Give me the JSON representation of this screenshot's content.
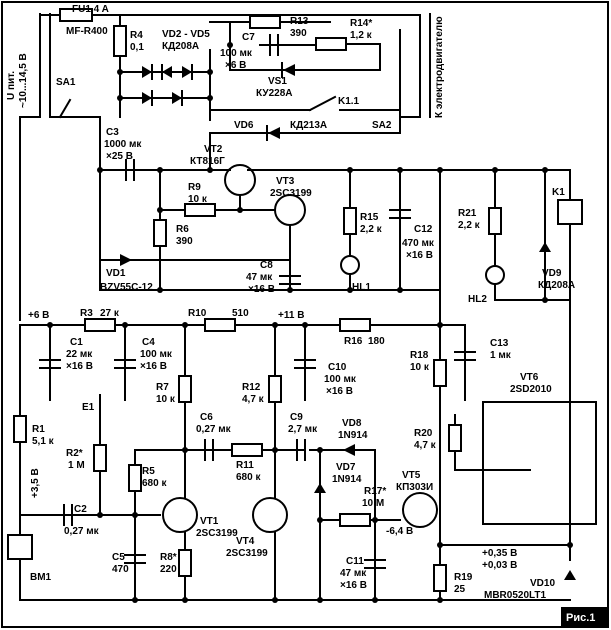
{
  "fuse": {
    "name": "FU1  4 A",
    "part": "MF-R400"
  },
  "supply": {
    "line1": "U пит.",
    "line2": "~10...14,5 В",
    "to_motor": "К электродвигателю"
  },
  "switches": {
    "sa1": "SA1",
    "sa2": "SA2",
    "k11": "K1.1"
  },
  "r4": {
    "name": "R4",
    "value": "0,1"
  },
  "vd25": {
    "name": "VD2 - VD5",
    "part": "КД208А"
  },
  "r13": {
    "name": "R13",
    "value": "390"
  },
  "r14": {
    "name": "R14*",
    "value": "1,2 к"
  },
  "c7": {
    "name": "C7",
    "value": "100 мк",
    "volt": "×6 В"
  },
  "vs1": {
    "name": "VS1",
    "part": "КУ228А"
  },
  "vd6": {
    "name": "VD6",
    "part": "КД213А"
  },
  "c3": {
    "name": "C3",
    "value": "1000 мк",
    "volt": "×25 В"
  },
  "vt2": {
    "name": "VT2",
    "part": "КТ816Г"
  },
  "vt3": {
    "name": "VT3",
    "part": "2SC3199"
  },
  "r9": {
    "name": "R9",
    "value": "10 к"
  },
  "r6": {
    "name": "R6",
    "value": "390"
  },
  "r15": {
    "name": "R15",
    "value": "2,2 к"
  },
  "c12": {
    "name": "C12",
    "value": "470 мк",
    "volt": "×16 В"
  },
  "r21": {
    "name": "R21",
    "value": "2,2 к"
  },
  "k1": {
    "name": "K1"
  },
  "vd1": {
    "name": "VD1",
    "part": "BZV55C-12"
  },
  "c8": {
    "name": "C8",
    "value": "47 мк",
    "volt": "×16 В"
  },
  "hl1": {
    "name": "HL1"
  },
  "hl2": {
    "name": "HL2"
  },
  "vd9": {
    "name": "VD9",
    "part": "КД208А"
  },
  "rail6": "+6 В",
  "rail11": "+11 В",
  "r3": {
    "name": "R3",
    "value": "27 к"
  },
  "r10": {
    "name": "R10",
    "value": "510"
  },
  "r16": {
    "name": "R16",
    "value": "180"
  },
  "c1": {
    "name": "C1",
    "value": "22 мк",
    "volt": "×16 В"
  },
  "c4": {
    "name": "C4",
    "value": "100 мк",
    "volt": "×16 В"
  },
  "c10": {
    "name": "C10",
    "value": "100 мк",
    "volt": "×16 В"
  },
  "c13": {
    "name": "C13",
    "value": "1 мк"
  },
  "r18": {
    "name": "R18",
    "value": "10 к"
  },
  "vt6": {
    "name": "VT6",
    "part": "2SD2010"
  },
  "e1": "E1",
  "r7": {
    "name": "R7",
    "value": "10 к"
  },
  "r12": {
    "name": "R12",
    "value": "4,7 к"
  },
  "c6": {
    "name": "C6",
    "value": "0,27 мк"
  },
  "c9": {
    "name": "C9",
    "value": "2,7 мк"
  },
  "vd8": {
    "name": "VD8",
    "part": "1N914"
  },
  "vd7": {
    "name": "VD7",
    "part": "1N914"
  },
  "r20": {
    "name": "R20",
    "value": "4,7 к"
  },
  "r1": {
    "name": "R1",
    "value": "5,1 к"
  },
  "v35": "+3,5 В",
  "r2": {
    "name": "R2*",
    "value": "1 М"
  },
  "r5": {
    "name": "R5",
    "value": "680 к"
  },
  "r11": {
    "name": "R11",
    "value": "680 к"
  },
  "r17": {
    "name": "R17*",
    "value": "10 М"
  },
  "vt5": {
    "name": "VT5",
    "part": "КП303И"
  },
  "vt1": {
    "name": "VT1",
    "part": "2SC3199"
  },
  "vt4": {
    "name": "VT4",
    "part": "2SC3199"
  },
  "c2": {
    "name": "C2",
    "value": "0,27 мк"
  },
  "bm1": "BM1",
  "c5": {
    "name": "C5",
    "value": "470"
  },
  "r8": {
    "name": "R8*",
    "value": "220"
  },
  "v64": "-6,4 В",
  "c11": {
    "name": "C11",
    "value": "47 мк",
    "volt": "×16 В"
  },
  "v035": "+0,35 В",
  "v003": "+0,03 В",
  "r19": {
    "name": "R19",
    "value": "25"
  },
  "vd10": {
    "name": "VD10",
    "part": "MBR0520LT1"
  },
  "fig": "Рис.1"
}
